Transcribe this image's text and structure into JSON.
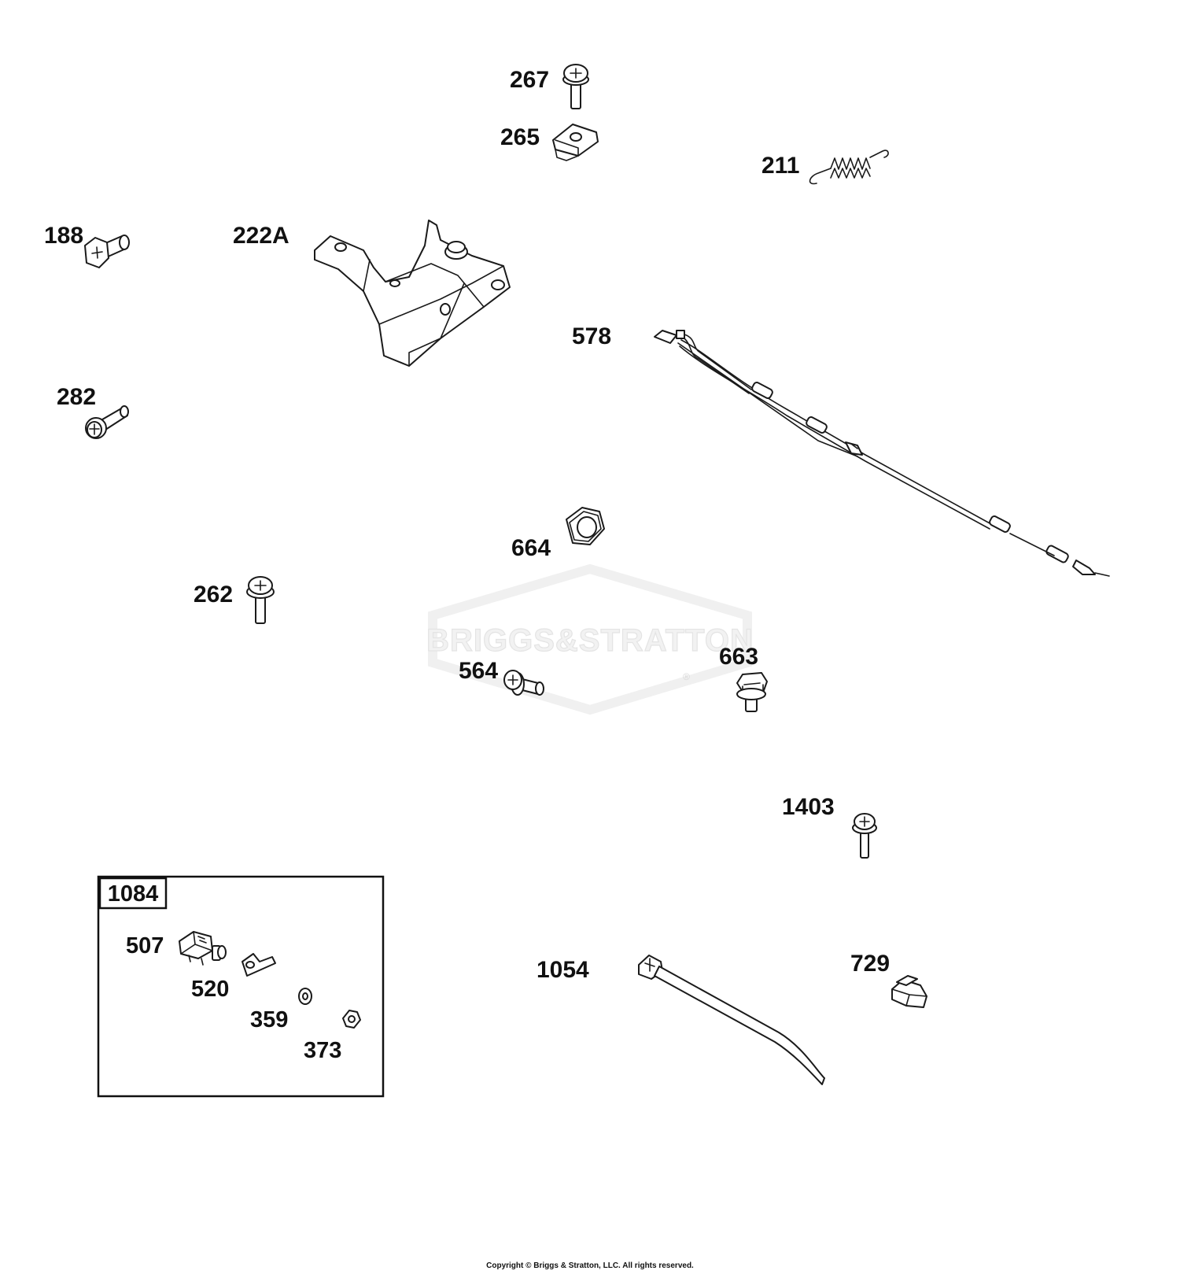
{
  "watermark": {
    "text": "BRIGGS&STRATTON",
    "mark": "®"
  },
  "callouts": {
    "p267": "267",
    "p265": "265",
    "p211": "211",
    "p188": "188",
    "p222a": "222A",
    "p578": "578",
    "p282": "282",
    "p664": "664",
    "p262": "262",
    "p564": "564",
    "p663": "663",
    "p1403": "1403",
    "p1054": "1054",
    "p729": "729"
  },
  "kit": {
    "title": "1084",
    "items": {
      "p507": "507",
      "p520": "520",
      "p359": "359",
      "p373": "373"
    }
  },
  "footer": {
    "copyright": "Copyright © Briggs & Stratton, LLC. All rights reserved."
  }
}
